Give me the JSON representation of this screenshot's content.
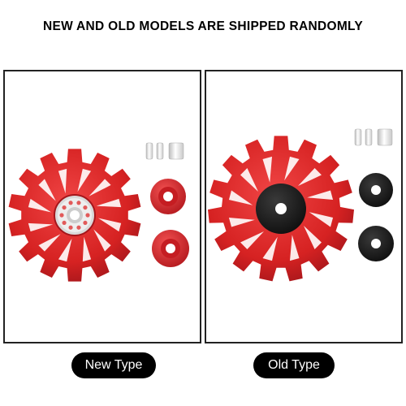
{
  "headline": "NEW AND OLD MODELS ARE SHIPPED RANDOMLY",
  "labels": {
    "new_type": "New Type",
    "old_type": "Old Type"
  },
  "colors": {
    "pulley_red": "#e02a2a",
    "pulley_red_dark": "#a5161b",
    "old_washer_black": "#1c1c1c",
    "bearing_white": "#eeeeee",
    "label_bg": "#000000"
  },
  "products": [
    {
      "variant": "new",
      "pulley": "red-pulley-with-sealed-bearing",
      "washers": "red",
      "spacers": 3
    },
    {
      "variant": "old",
      "pulley": "red-pulley-with-black-cap",
      "washers": "black",
      "spacers": 3
    }
  ]
}
